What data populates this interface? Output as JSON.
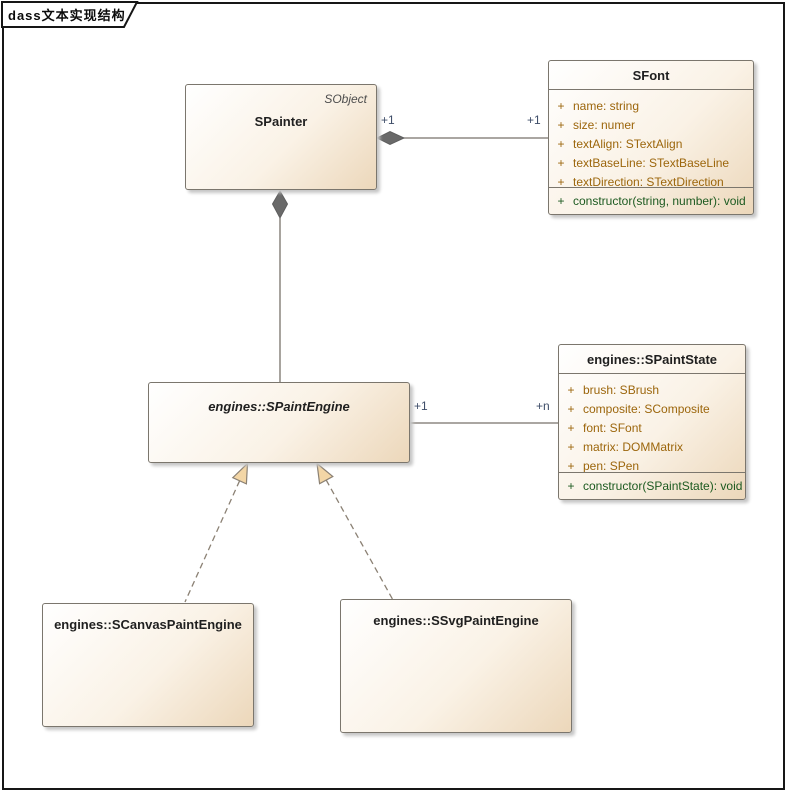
{
  "frame": {
    "label": "dass文本实现结构"
  },
  "classes": {
    "spainter": {
      "stereotype": "SObject",
      "title": "SPainter"
    },
    "sfont": {
      "title": "SFont",
      "attributes": [
        {
          "vis": "+",
          "text": "name: string"
        },
        {
          "vis": "+",
          "text": "size: numer"
        },
        {
          "vis": "+",
          "text": "textAlign: STextAlign"
        },
        {
          "vis": "+",
          "text": "textBaseLine: STextBaseLine"
        },
        {
          "vis": "+",
          "text": "textDirection: STextDirection"
        }
      ],
      "operations": [
        {
          "vis": "+",
          "text": "constructor(string, number): void"
        }
      ]
    },
    "paintengine": {
      "title": "engines::SPaintEngine"
    },
    "paintstate": {
      "title": "engines::SPaintState",
      "attributes": [
        {
          "vis": "+",
          "text": "brush: SBrush"
        },
        {
          "vis": "+",
          "text": "composite: SComposite"
        },
        {
          "vis": "+",
          "text": "font: SFont"
        },
        {
          "vis": "+",
          "text": "matrix: DOMMatrix"
        },
        {
          "vis": "+",
          "text": "pen: SPen"
        }
      ],
      "operations": [
        {
          "vis": "+",
          "text": "constructor(SPaintState): void"
        }
      ]
    },
    "canvasengine": {
      "title": "engines::SCanvasPaintEngine"
    },
    "svgengine": {
      "title": "engines::SSvgPaintEngine"
    }
  },
  "connectors": {
    "painter_font": {
      "source_mult": "+1",
      "target_mult": "+1",
      "type": "composition"
    },
    "engine_painter": {
      "type": "composition"
    },
    "engine_state": {
      "source_mult": "+1",
      "target_mult": "+n",
      "type": "association"
    },
    "canvas_realization": {
      "type": "generalization-dashed"
    },
    "svg_realization": {
      "type": "generalization-dashed"
    }
  },
  "colors": {
    "box_fill_light": "#ffffff",
    "box_fill_dark": "#ecd7ba",
    "box_border": "#7b766d",
    "attribute_text": "#9c660c",
    "operation_text": "#1c5a20",
    "multiplicity_text": "#3e4d68",
    "diamond_fill": "#696969",
    "triangle_fill": "#f3d6a6",
    "frame_border": "#161616"
  }
}
